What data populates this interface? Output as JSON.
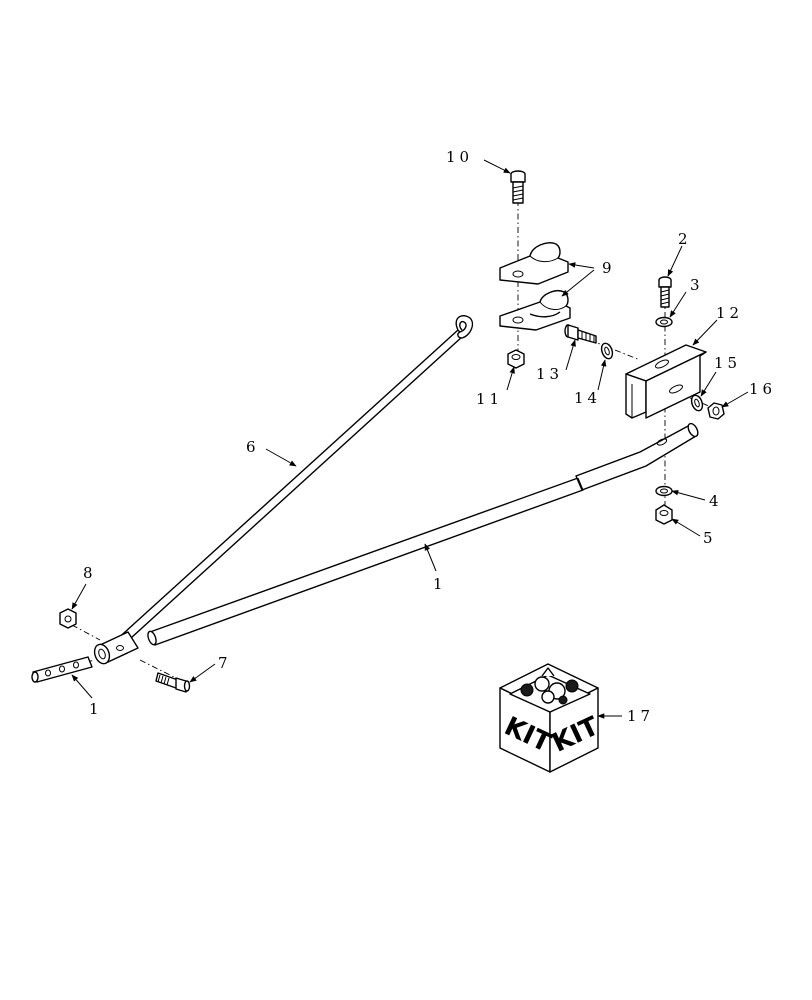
{
  "diagram": {
    "callouts": [
      {
        "id": "c10",
        "text": "10"
      },
      {
        "id": "c9",
        "text": "9"
      },
      {
        "id": "c2",
        "text": "2"
      },
      {
        "id": "c3",
        "text": "3"
      },
      {
        "id": "c12",
        "text": "12"
      },
      {
        "id": "c13",
        "text": "13"
      },
      {
        "id": "c14",
        "text": "14"
      },
      {
        "id": "c11",
        "text": "11"
      },
      {
        "id": "c15",
        "text": "15"
      },
      {
        "id": "c16",
        "text": "16"
      },
      {
        "id": "c6",
        "text": "6"
      },
      {
        "id": "c4",
        "text": "4"
      },
      {
        "id": "c5",
        "text": "5"
      },
      {
        "id": "c1a",
        "text": "1"
      },
      {
        "id": "c8",
        "text": "8"
      },
      {
        "id": "c7",
        "text": "7"
      },
      {
        "id": "c1b",
        "text": "1"
      },
      {
        "id": "c17",
        "text": "17"
      }
    ],
    "kit_labels": [
      "KIT",
      "KIT"
    ]
  }
}
